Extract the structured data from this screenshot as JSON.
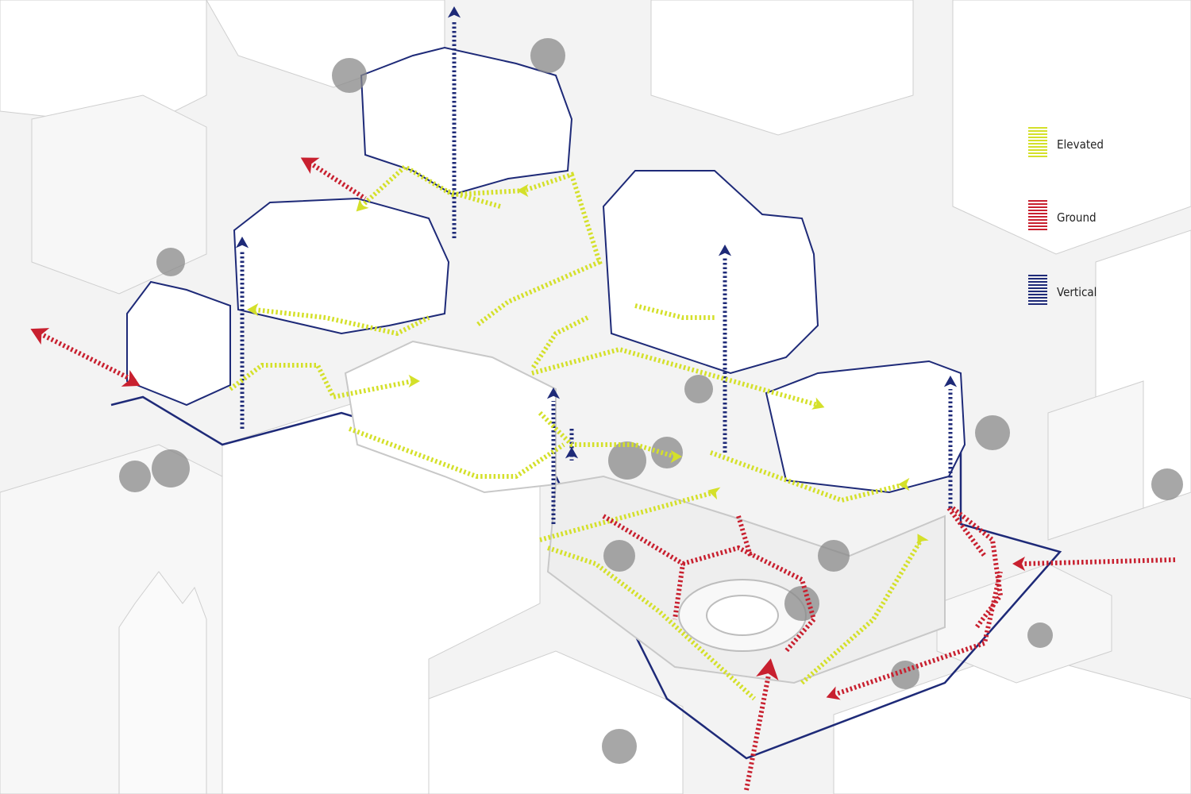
{
  "legend": {
    "items": [
      {
        "label": "Elevated",
        "color": "#d4e02a",
        "icon": "striped-yellow-swatch"
      },
      {
        "label": "Ground",
        "color": "#c8202f",
        "icon": "striped-red-swatch"
      },
      {
        "label": "Vertical",
        "color": "#1e2a78",
        "icon": "striped-navy-swatch"
      }
    ]
  },
  "colors": {
    "background": "#f3f3f3",
    "building": "#ffffff",
    "building_shade": "#dcdcdc",
    "site_outline": "#1e2a78",
    "elevated_path": "#d4e02a",
    "ground_path": "#c8202f",
    "vertical_path": "#1e2a78",
    "tree": "#8a8a8a"
  },
  "icons": [
    "tree-icon",
    "arrow-up-icon",
    "arrow-head-icon"
  ]
}
